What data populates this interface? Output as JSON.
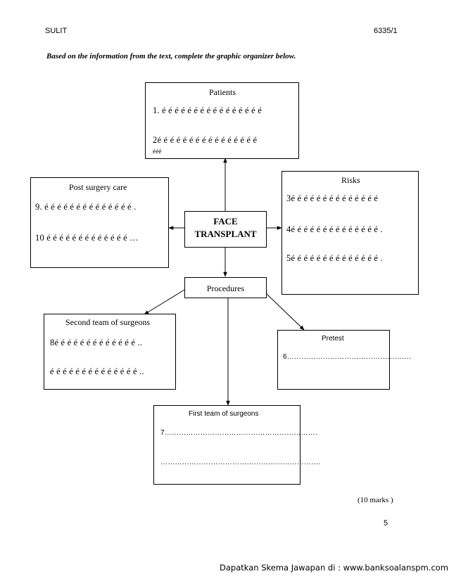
{
  "header": {
    "left": "SULIT",
    "right": "6335/1"
  },
  "instruction": "Based on the information from the text, complete the graphic organizer below.",
  "organizer": {
    "center": {
      "line1": "FACE",
      "line2": "TRANSPLANT"
    },
    "patients": {
      "title": "Patients",
      "line1": "1. é é é é é é é é é é é é é é é é",
      "line2": "2é é é é é é é é é é é é é é é é",
      "line3": "ééé"
    },
    "risks": {
      "title": "Risks",
      "line1": "3é é é é é é é é é é é é é é",
      "line2": "4é é é é é é é é é é é é é é .",
      "line3": "5é é é é é é é é é é é é é é ."
    },
    "post_care": {
      "title": "Post surgery care",
      "line1": "9. é é é é é é é é é é é é é é .",
      "line2": "10 é é é é é é é é é é é é é …"
    },
    "procedures": {
      "title": "Procedures"
    },
    "second_team": {
      "title": "Second team of surgeons",
      "line1": "8é é é é é é é é é é é é é ..",
      "line2": "é é é é é é é é é é é é é é .."
    },
    "pretest": {
      "title": "Pretest",
      "line1": "6……………………………………………."
    },
    "first_team": {
      "title": "First team of surgeons",
      "line1": "7……………………………………………………….",
      "line2": "…………………………………………………………."
    }
  },
  "marks": "(10 marks )",
  "page_number": "5",
  "footer": "Dapatkan Skema Jawapan di  :  www.banksoalanspm.com"
}
